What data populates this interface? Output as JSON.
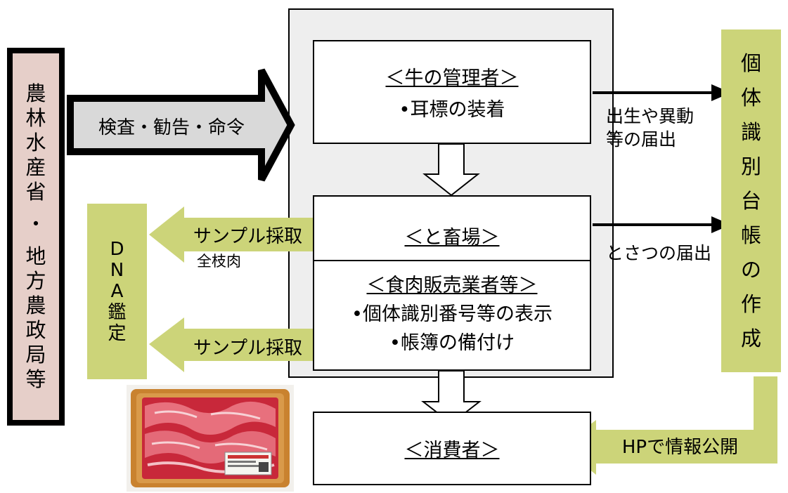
{
  "ministry": {
    "chars": [
      "農",
      "林",
      "水",
      "産",
      "省",
      "・",
      "地",
      "方",
      "農",
      "政",
      "局",
      "等"
    ]
  },
  "inspection_label": "検査・勧告・命令",
  "manager": {
    "title": "＜牛の管理者＞",
    "item": "•耳標の装着"
  },
  "slaughterhouse": {
    "title": "＜と畜場＞"
  },
  "retailer": {
    "title": "＜食肉販売業者等＞",
    "items": [
      "•個体識別番号等の表示",
      "•帳簿の備付け"
    ]
  },
  "consumer": {
    "title": "＜消費者＞"
  },
  "ledger": {
    "chars": [
      "個",
      "体",
      "識",
      "別",
      "台",
      "帳",
      "の",
      "作",
      "成"
    ]
  },
  "notices": {
    "birth_line1": "出生や異動",
    "birth_line2": "等の届出",
    "slaughter": "とさつの届出"
  },
  "dna": {
    "chars": [
      "D",
      "N",
      "A",
      "鑑",
      "定"
    ]
  },
  "samples": {
    "label1": "サンプル採取",
    "label2": "サンプル採取",
    "whole_meat": "全枝肉"
  },
  "hp_label": "HPで情報公開",
  "colors": {
    "ministry_bg": "#e6cfc9",
    "green": "#ccd479",
    "gray_arrow": "#d9d9d9",
    "container_bg": "#eeeeee"
  }
}
